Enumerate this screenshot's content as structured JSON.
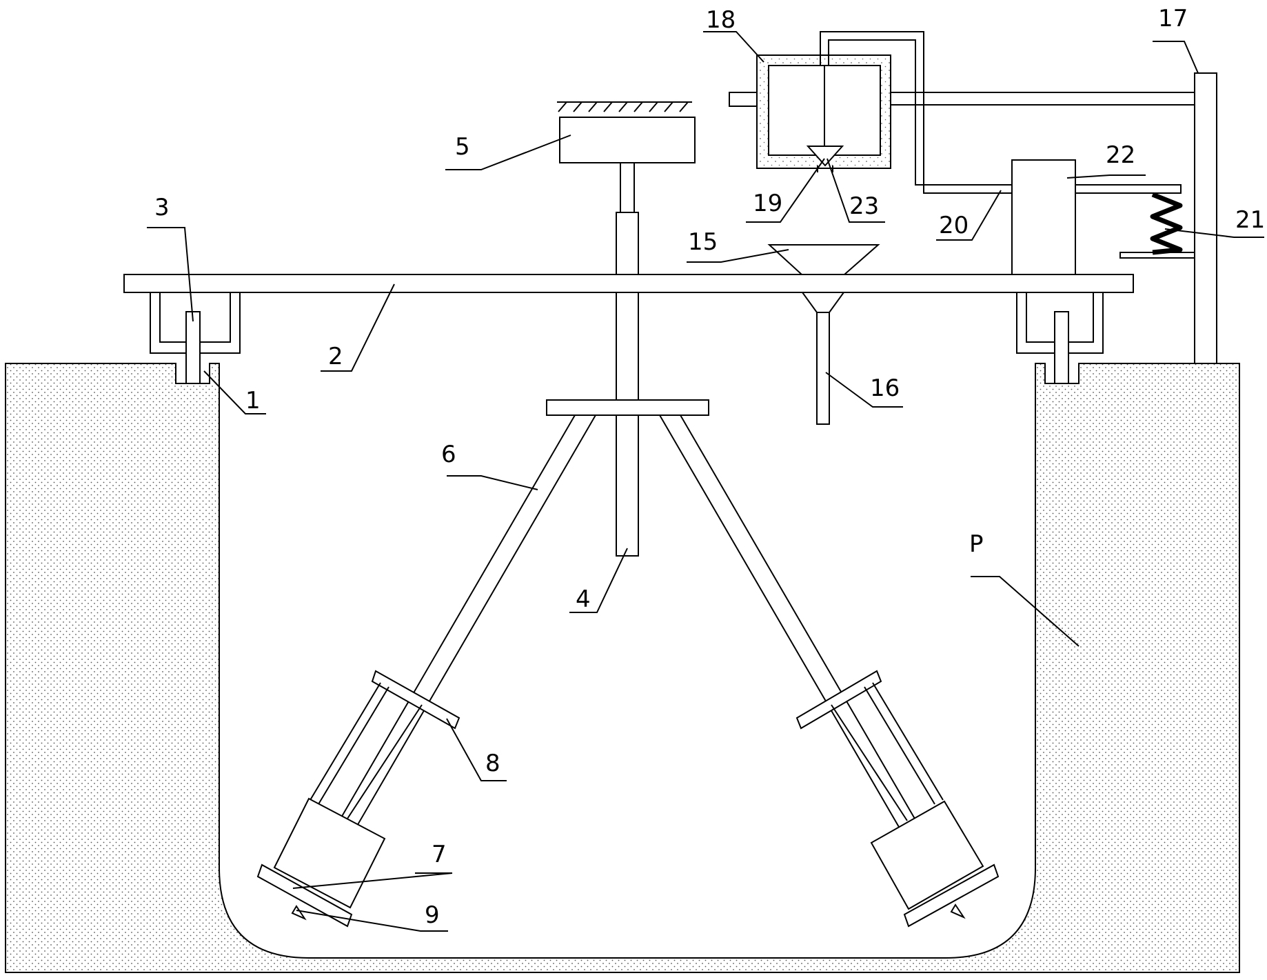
{
  "labels": {
    "l1": "1",
    "l2": "2",
    "l3": "3",
    "l4": "4",
    "l5": "5",
    "l6": "6",
    "l7": "7",
    "l8": "8",
    "l9": "9",
    "l15": "15",
    "l16": "16",
    "l17": "17",
    "l18": "18",
    "l19": "19",
    "l20": "20",
    "l21": "21",
    "l22": "22",
    "l23": "23",
    "lP": "P"
  },
  "colors": {
    "line": "#000000",
    "background": "#ffffff",
    "soil_dots": "#555555"
  }
}
